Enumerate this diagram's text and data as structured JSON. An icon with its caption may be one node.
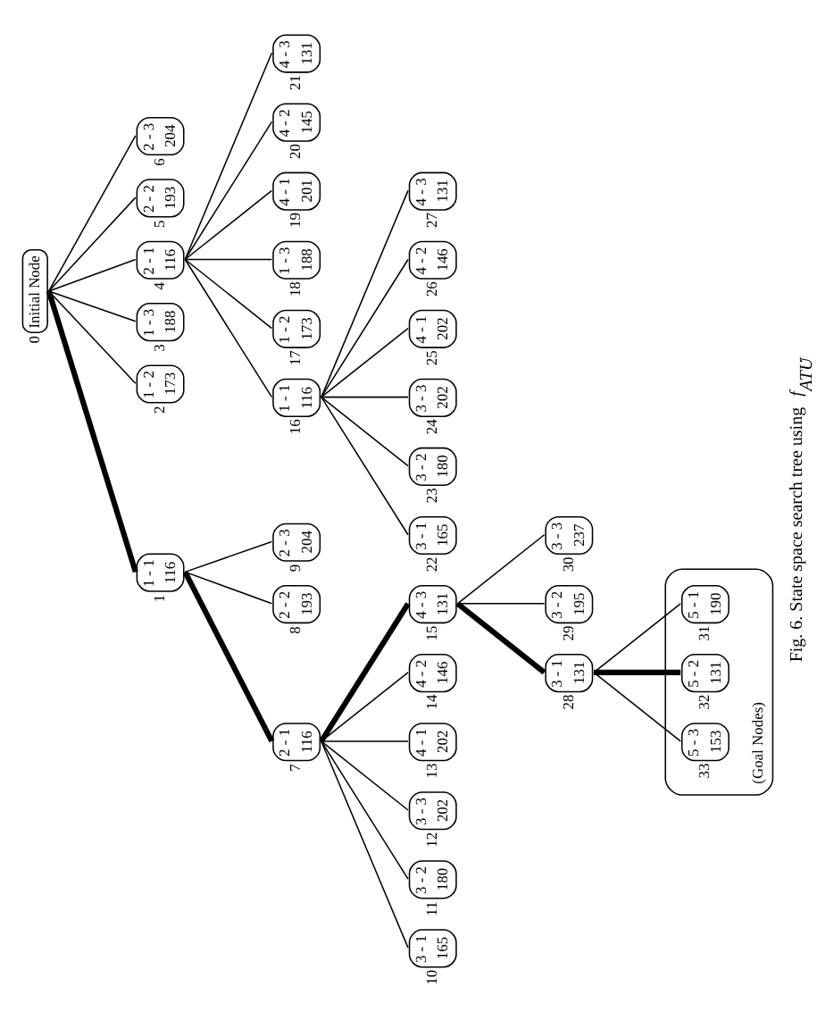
{
  "diagram": {
    "caption": "Fig. 6. State space search tree using *f*$_{ATU}$.",
    "nodes": [
      {
        "text": [
          "Initial Node"
        ],
        "beside": [
          "0"
        ]
      },
      {
        "text": [
          "1 - 1",
          "116"
        ],
        "beside": [
          "1"
        ]
      },
      {
        "text": [
          "1 - 2",
          "173"
        ],
        "beside": [
          "2"
        ]
      },
      {
        "text": [
          "1 - 3",
          "188"
        ],
        "beside": [
          "3"
        ]
      },
      {
        "text": [
          "2 - 1",
          "116"
        ],
        "beside": [
          "4"
        ]
      },
      {
        "text": [
          "2 - 2",
          "193"
        ],
        "beside": [
          "5"
        ]
      },
      {
        "text": [
          "2 - 3",
          "204"
        ],
        "beside": [
          "6"
        ]
      },
      {
        "text": [
          "2 - 1",
          "116"
        ],
        "beside": [
          "7"
        ]
      },
      {
        "text": [
          "2 - 2",
          "193"
        ],
        "beside": [
          "8"
        ]
      },
      {
        "text": [
          "2 - 3",
          "204"
        ],
        "beside": [
          "9"
        ]
      },
      {
        "text": [
          "3 - 1",
          "165"
        ],
        "beside": [
          "10"
        ]
      },
      {
        "text": [
          "3 - 2",
          "180"
        ],
        "beside": [
          "11"
        ]
      },
      {
        "text": [
          "3 - 3",
          "202"
        ],
        "beside": [
          "12"
        ]
      },
      {
        "text": [
          "4 - 1",
          "202"
        ],
        "beside": [
          "13"
        ]
      },
      {
        "text": [
          "4 - 2",
          "146"
        ],
        "beside": [
          "14"
        ]
      },
      {
        "text": [
          "4 - 3",
          "131"
        ],
        "beside": [
          "15"
        ]
      },
      {
        "text": [
          "1 - 1",
          "116"
        ],
        "beside": [
          "16"
        ]
      },
      {
        "text": [
          "1 - 2",
          "173"
        ],
        "beside": [
          "17"
        ]
      },
      {
        "text": [
          "1 - 3",
          "188"
        ],
        "beside": [
          "18"
        ]
      },
      {
        "text": [
          "4 - 1",
          "201"
        ],
        "beside": [
          "19"
        ]
      },
      {
        "text": [
          "4 - 2",
          "145"
        ],
        "beside": [
          "20"
        ]
      },
      {
        "text": [
          "4 - 3",
          "131"
        ],
        "beside": [
          "21"
        ]
      },
      {
        "text": [
          "3 - 1",
          "165"
        ],
        "beside": [
          "22"
        ]
      },
      {
        "text": [
          "3 - 2",
          "180"
        ],
        "beside": [
          "23"
        ]
      },
      {
        "text": [
          "3 - 3",
          "202"
        ],
        "beside": [
          "24"
        ]
      },
      {
        "text": [
          "4 - 1",
          "202"
        ],
        "beside": [
          "25"
        ]
      },
      {
        "text": [
          "4 - 2",
          "146"
        ],
        "beside": [
          "26"
        ]
      },
      {
        "text": [
          "4 - 3",
          "131"
        ],
        "beside": [
          "27"
        ]
      },
      {
        "text": [
          "3 - 1",
          "131"
        ],
        "beside": [
          "28"
        ]
      },
      {
        "text": [
          "3 - 2",
          "195"
        ],
        "beside": [
          "29"
        ]
      },
      {
        "text": [
          "3 - 3",
          "237"
        ],
        "beside": [
          "30"
        ]
      },
      {
        "text": [
          "(Goal Nodes)"
        ]
      },
      {
        "text": [
          "5 - 1",
          "190"
        ],
        "beside": [
          "31"
        ],
        "in": 31
      },
      {
        "text": [
          "5 - 2",
          "131"
        ],
        "beside": [
          "32"
        ],
        "in": 31
      },
      {
        "text": [
          "5 - 3",
          "153"
        ],
        "beside": [
          "33"
        ],
        "in": 31
      }
    ],
    "edges": [
      {
        "from": 0,
        "to": 1,
        "arrow": "none",
        "style": "thick"
      },
      {
        "from": 0,
        "to": 2,
        "arrow": "none"
      },
      {
        "from": 0,
        "to": 3,
        "arrow": "none"
      },
      {
        "from": 0,
        "to": 4,
        "arrow": "none"
      },
      {
        "from": 0,
        "to": 5,
        "arrow": "none"
      },
      {
        "from": 0,
        "to": 6,
        "arrow": "none"
      },
      {
        "from": 1,
        "to": 7,
        "arrow": "none",
        "style": "thick"
      },
      {
        "from": 1,
        "to": 8,
        "arrow": "none"
      },
      {
        "from": 1,
        "to": 9,
        "arrow": "none"
      },
      {
        "from": 4,
        "to": 16,
        "arrow": "none"
      },
      {
        "from": 4,
        "to": 17,
        "arrow": "none"
      },
      {
        "from": 4,
        "to": 18,
        "arrow": "none"
      },
      {
        "from": 4,
        "to": 19,
        "arrow": "none"
      },
      {
        "from": 4,
        "to": 20,
        "arrow": "none"
      },
      {
        "from": 4,
        "to": 21,
        "arrow": "none"
      },
      {
        "from": 7,
        "to": 10,
        "arrow": "none"
      },
      {
        "from": 7,
        "to": 11,
        "arrow": "none"
      },
      {
        "from": 7,
        "to": 12,
        "arrow": "none"
      },
      {
        "from": 7,
        "to": 13,
        "arrow": "none"
      },
      {
        "from": 7,
        "to": 14,
        "arrow": "none"
      },
      {
        "from": 7,
        "to": 15,
        "arrow": "none",
        "style": "thick"
      },
      {
        "from": 16,
        "to": 22,
        "arrow": "none"
      },
      {
        "from": 16,
        "to": 23,
        "arrow": "none"
      },
      {
        "from": 16,
        "to": 24,
        "arrow": "none"
      },
      {
        "from": 16,
        "to": 25,
        "arrow": "none"
      },
      {
        "from": 16,
        "to": 26,
        "arrow": "none"
      },
      {
        "from": 16,
        "to": 27,
        "arrow": "none"
      },
      {
        "from": 15,
        "to": 28,
        "arrow": "none",
        "style": "thick"
      },
      {
        "from": 15,
        "to": 29,
        "arrow": "none"
      },
      {
        "from": 15,
        "to": 30,
        "arrow": "none"
      },
      {
        "from": 28,
        "to": 32,
        "arrow": "none"
      },
      {
        "from": 28,
        "to": 33,
        "arrow": "none",
        "style": "thick"
      },
      {
        "from": 28,
        "to": 34,
        "arrow": "none"
      }
    ]
  }
}
